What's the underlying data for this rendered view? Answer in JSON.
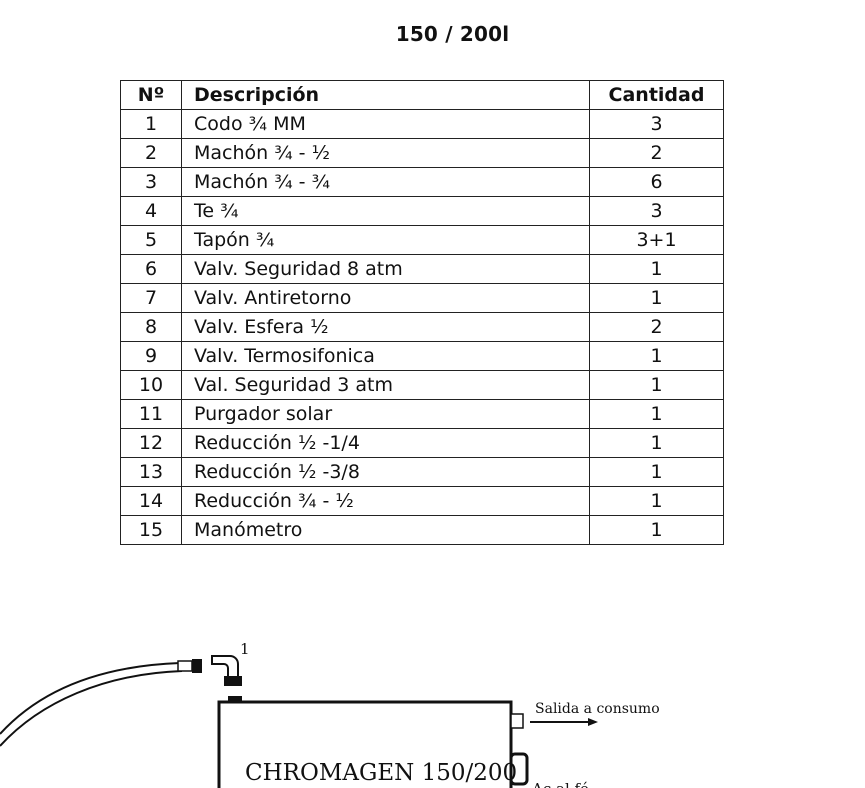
{
  "page": {
    "title": "150 / 200l"
  },
  "table": {
    "headers": {
      "no": "Nº",
      "description": "Descripción",
      "quantity": "Cantidad"
    },
    "rows": [
      {
        "no": "1",
        "description": "Codo ¾ MM",
        "quantity": "3"
      },
      {
        "no": "2",
        "description": "Machón ¾ - ½",
        "quantity": "2"
      },
      {
        "no": "3",
        "description": "Machón ¾ - ¾",
        "quantity": "6"
      },
      {
        "no": "4",
        "description": "Te ¾",
        "quantity": "3"
      },
      {
        "no": "5",
        "description": "Tapón ¾",
        "quantity": "3+1"
      },
      {
        "no": "6",
        "description": "Valv. Seguridad 8 atm",
        "quantity": "1"
      },
      {
        "no": "7",
        "description": "Valv. Antiretorno",
        "quantity": "1"
      },
      {
        "no": "8",
        "description": "Valv. Esfera ½",
        "quantity": "2"
      },
      {
        "no": "9",
        "description": "Valv. Termosifonica",
        "quantity": "1"
      },
      {
        "no": "10",
        "description": "Val. Seguridad 3 atm",
        "quantity": "1"
      },
      {
        "no": "11",
        "description": "Purgador solar",
        "quantity": "1"
      },
      {
        "no": "12",
        "description": "Reducción ½ -1/4",
        "quantity": "1"
      },
      {
        "no": "13",
        "description": "Reducción ½ -3/8",
        "quantity": "1"
      },
      {
        "no": "14",
        "description": "Reducción ¾ - ½",
        "quantity": "1"
      },
      {
        "no": "15",
        "description": "Manómetro",
        "quantity": "1"
      }
    ]
  },
  "diagram": {
    "callout_number": "1",
    "outlet_label": "Salida a consumo",
    "tank_label": "CHROMAGEN 150/200",
    "cut_label": "Ac al       fé"
  }
}
